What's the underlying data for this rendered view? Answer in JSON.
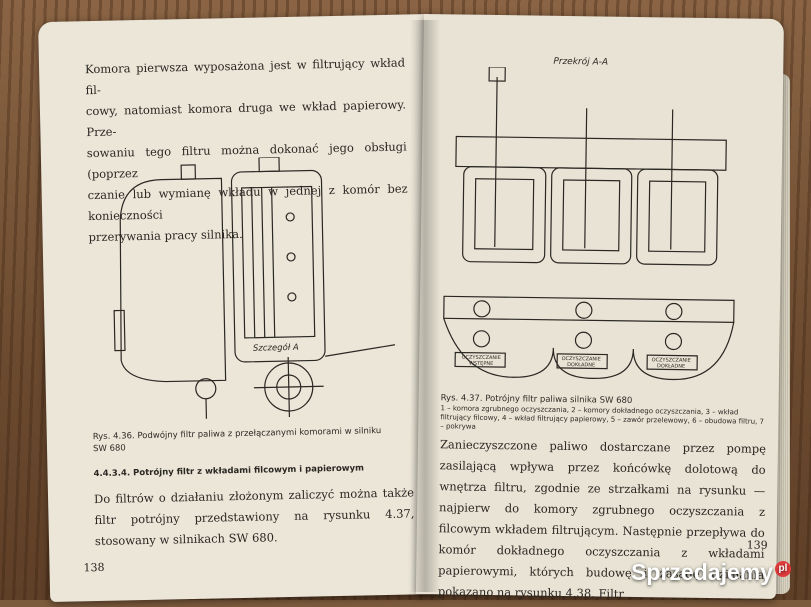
{
  "left_page": {
    "intro_lines": [
      "Komora pierwsza wyposażona jest w filtrujący wkład fil-",
      "cowy, natomiast komora druga we wkład papierowy. Prze-",
      "sowaniu tego filtru można dokonać jego obsługi (poprzez",
      "czanie lub wymianę wkładu w jednej z komór bez konieczności",
      "przerywania pracy silnika."
    ],
    "detail_label": "Szczegół A",
    "figure_caption": "Rys. 4.36. Podwójny filtr paliwa z przełączanymi komorami w silniku SW 680",
    "section_heading": "4.4.3.4. Potrójny filtr z wkładami filcowym i papierowym",
    "body": "Do filtrów o działaniu złożonym zaliczyć można także filtr potrójny przedstawiony na rysunku 4.37, stosowany w silnikach SW 680.",
    "page_number": "138"
  },
  "right_page": {
    "section_label": "Przekrój A-A",
    "panel_labels": [
      "OCZYSZCZANIE WSTĘPNE",
      "OCZYSZCZANIE DOKŁADNE",
      "OCZYSZCZANIE DOKŁADNE"
    ],
    "figure_caption": "Rys. 4.37. Potrójny filtr paliwa silnika SW 680",
    "legend": "1 – komora zgrubnego oczyszczania, 2 – komory dokładnego oczyszczania, 3 – wkład filtrujący filcowy, 4 – wkład filtrujący papierowy, 5 – zawór przelewowy, 6 – obudowa filtru, 7 – pokrywa",
    "body": "Zanieczyszczone paliwo dostarczane przez pompę zasilającą wpływa przez końcówkę dolotową do wnętrza filtru, zgodnie ze strzałkami na rysunku — najpierw do komory zgrubnego oczyszczania z filcowym wkładem filtrującym. Następnie przepływa do komór dokładnego oczyszczania z wkładami papierowymi, których budowę i zasadę działania pokazano na rysunku 4.38. Filtr",
    "page_number": "139"
  },
  "watermark": {
    "text": "Sprzedajemy",
    "suffix": "pl",
    "accent": "#e23b3b"
  }
}
